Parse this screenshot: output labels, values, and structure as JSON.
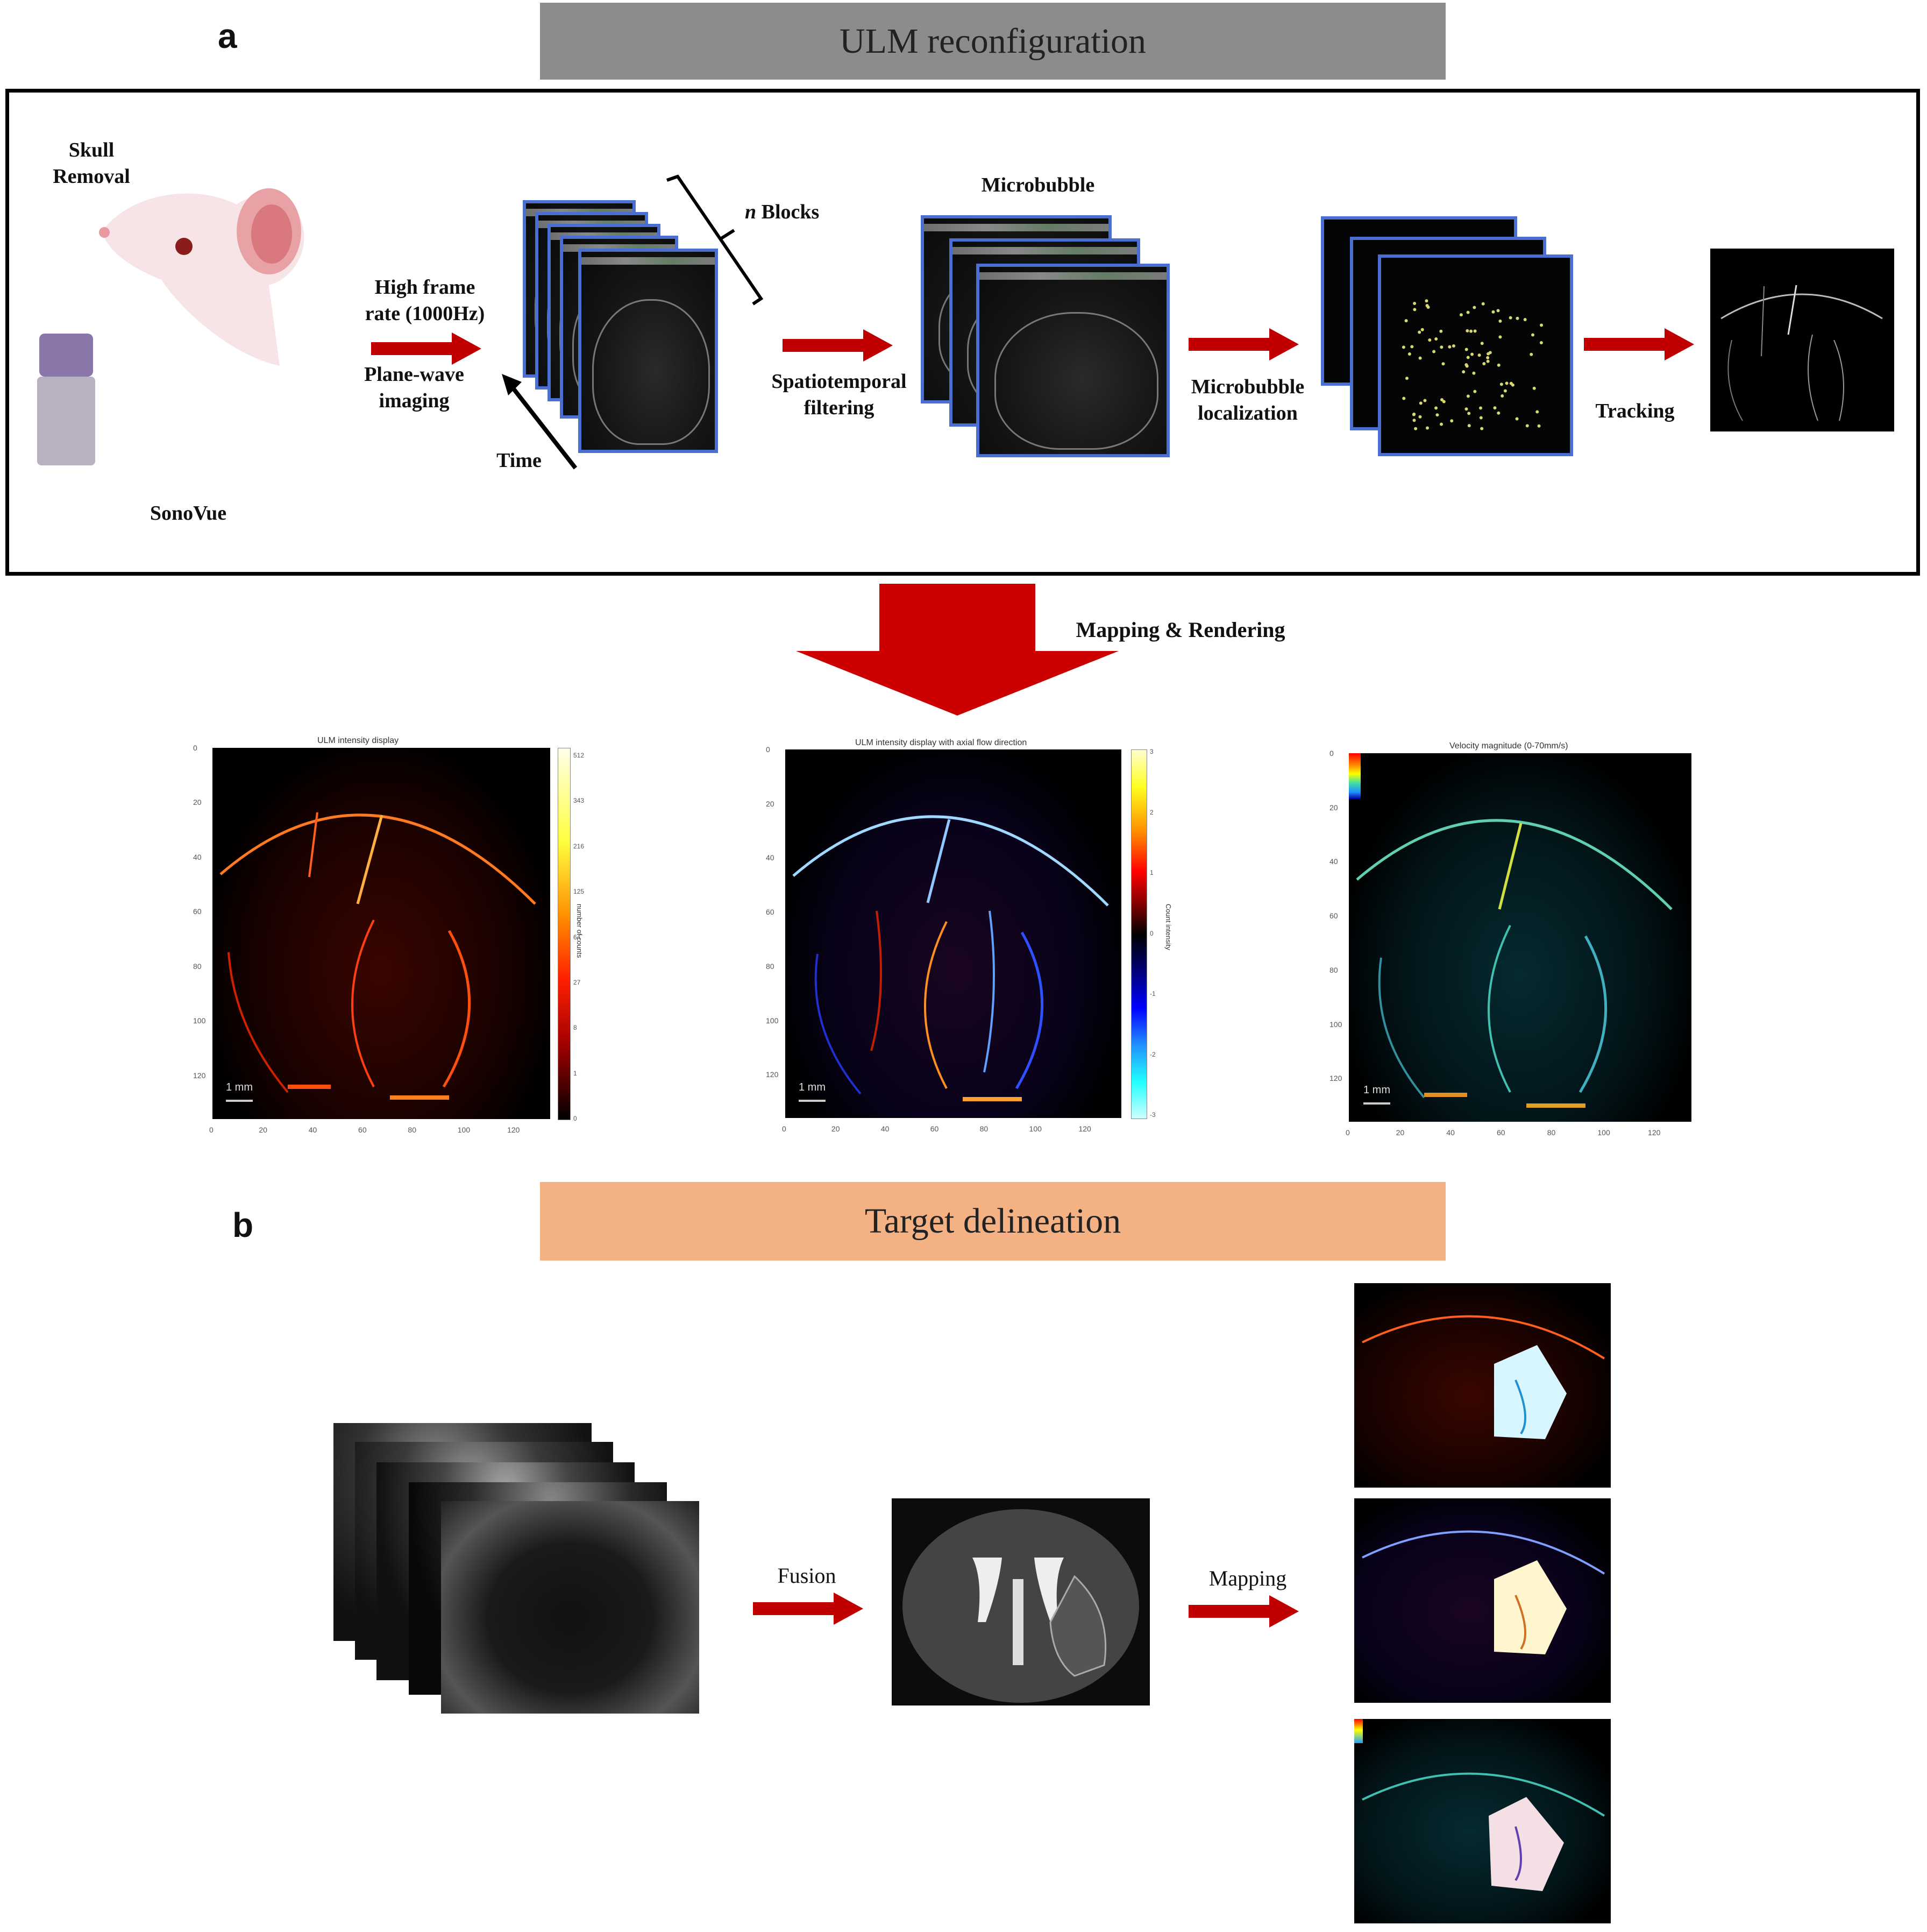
{
  "panel_a": {
    "letter": "a",
    "banner": {
      "label": "ULM reconfiguration",
      "color": "#8c8c8c"
    },
    "steps": {
      "skull_removal": "Skull\nRemoval",
      "sonovue": "SonoVue",
      "high_frame_rate": "High frame\nrate (1000Hz)",
      "plane_wave": "Plane-wave\nimaging",
      "time": "Time",
      "n_blocks_italic": "n",
      "n_blocks": " Blocks",
      "spatiotemporal": "Spatiotemporal\nfiltering",
      "microbubble": "Microbubble",
      "localization": "Microbubble\nlocalization",
      "tracking": "Tracking"
    },
    "mapping_rendering": "Mapping & Rendering",
    "arrow_color": "#c00000"
  },
  "renderings": [
    {
      "title": "ULM intensity display",
      "cbar_label": "number of counts",
      "cbar_ticks": [
        "512",
        "343",
        "216",
        "125",
        "64",
        "27",
        "8",
        "1",
        "0"
      ],
      "x_ticks": [
        "0",
        "20",
        "40",
        "60",
        "80",
        "100",
        "120"
      ],
      "y_ticks": [
        "0",
        "20",
        "40",
        "60",
        "80",
        "100",
        "120"
      ],
      "scale_bar": "1 mm",
      "colormap": "hot"
    },
    {
      "title": "ULM intensity display with axial flow direction",
      "cbar_label": "Count intensity",
      "cbar_ticks": [
        "3",
        "2",
        "1",
        "0",
        "-1",
        "-2",
        "-3"
      ],
      "x_ticks": [
        "0",
        "20",
        "40",
        "60",
        "80",
        "100",
        "120"
      ],
      "y_ticks": [
        "0",
        "20",
        "40",
        "60",
        "80",
        "100",
        "120"
      ],
      "scale_bar": "1 mm",
      "colormap": "diverging"
    },
    {
      "title": "Velocity magnitude (0-70mm/s)",
      "x_ticks": [
        "0",
        "20",
        "40",
        "60",
        "80",
        "100",
        "120"
      ],
      "y_ticks": [
        "0",
        "20",
        "40",
        "60",
        "80",
        "100",
        "120"
      ],
      "scale_bar": "1 mm",
      "colormap": "jet"
    }
  ],
  "panel_b": {
    "letter": "b",
    "banner": {
      "label": "Target delineation",
      "color": "#f4b183"
    },
    "fusion": "Fusion",
    "mapping": "Mapping"
  }
}
